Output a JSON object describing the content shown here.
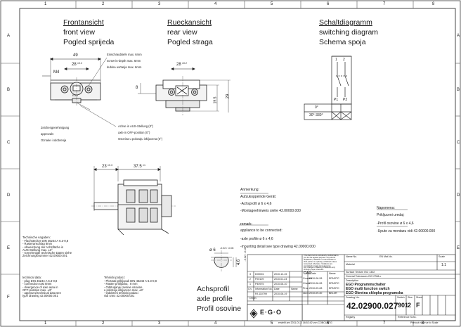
{
  "frame": {
    "columns_top": [
      "1",
      "2",
      "3",
      "4",
      "5",
      "6",
      "7",
      "8"
    ],
    "columns_bottom": [
      "1",
      "2",
      "3",
      "4",
      "5",
      "6",
      "7",
      "8"
    ],
    "rows": [
      "A",
      "B",
      "C",
      "D",
      "E",
      "F"
    ]
  },
  "front_view": {
    "title_de": "Frontansicht",
    "title_en": "front view",
    "title_hr": "Pogled sprijeda",
    "dim_overall": "49",
    "dim_spacing": "28",
    "dim_spacing_tol": "±0.2",
    "dim_thread": "M4",
    "screw_depth_de": "Einschraubtiefe  max. 6mm",
    "screw_depth_en": "screw-in-depth  max. 6mm",
    "screw_depth_hr": "dubina uvrtanja  max. 6mm",
    "logo": "EGO",
    "approval_de": "Zeichengenehmigung",
    "approval_en": "approvals",
    "approval_hr": "Oznake i odobrenja",
    "axis_de": "Achse in AUS-Stellung (0°)",
    "axis_en": "axle in OFF-position (0°)",
    "axis_hr": "Osovina   u polozaju iskljucena (0°)"
  },
  "rear_view": {
    "title_de": "Rueckansicht",
    "title_en": "rear view",
    "title_hr": "Pogled straga",
    "dim_spacing": "28",
    "dim_spacing_tol": "±0.2",
    "dim_8": "8",
    "dim_195": "19.5",
    "dim_29": "29"
  },
  "switching_diagram": {
    "title_de": "Schaltdiagramm",
    "title_en": "switching diagram",
    "title_hr": "Schema spoja",
    "contacts": [
      "1",
      "2"
    ],
    "terminals": [
      "P1",
      "P2"
    ],
    "position_off": "0°",
    "position_on": "30°-330°"
  },
  "side_view": {
    "dim_23": "23",
    "dim_23_tol": "±0.3",
    "dim_375": "37.5",
    "dim_375_tol": "±1"
  },
  "axle_profile": {
    "title_de": "Achsprofil",
    "title_en": "axle profile",
    "title_hr": "Profil osovine",
    "dim_dia": "ø 6",
    "dim_dia_tol": "-0.02 / -0.06",
    "dim_flat": "4.6",
    "dim_flat_tol": "-0.02 / -0.10"
  },
  "notes": {
    "de_title": "Anmerkung:",
    "de_line1": "Aufzukoppelnde Gerät:",
    "de_line2": "-Achsprofil ø 6  x 4,6",
    "de_line3": "-Montageehinweis siehe 42.00000.000",
    "en_title": "remark:",
    "en_line1": "appliance to be connected:",
    "en_line2": "-axle profile ø 6  x 4,6",
    "en_line3": "-mounting detail see type drawing 42.00000.000",
    "hr_title": "Napomena:",
    "hr_line1": "Prikljuceni uredaj:",
    "hr_line2": "-Profil osovine ø 6  x 4,6",
    "hr_line3": "-Upute za montazu vidi 42.00000.000"
  },
  "tech_data": {
    "de_title": "Technische Angaben:",
    "de_lines": [
      "- Flachstecker DIN 46244 A 6.3-0,8",
      "- Rasteranschlag 8mm",
      "- Abweichung der Achsfläche in",
      "  AUS-Stellung max. ±3°",
      "- Genehmigte technische Daten siehe",
      "  Zeichnungsnummer 42.00000.001"
    ],
    "en_title": "technical data:",
    "en_lines": [
      "- plug DIN 46244 A 6.3-0,8",
      "- connection rast 8mm",
      "- divergence of axle area in",
      "  OFF-position max. ±3°",
      "- approved technical data see",
      "  type drawing 42.00000.001"
    ],
    "hr_title": "Tehnicki podaci:",
    "hr_lines": [
      "- Plosnati prikljucak DIN 46244 A 6.3-0,8",
      "- Raster prikljucka : 8 mm",
      "- Odstupanje ravnine osovine",
      "  u polozaju iskljuceno max. ±3°",
      "- Odobreni tehnicki podaci",
      "  vidi crtez 42.00000.001"
    ]
  },
  "title_block": {
    "name_label": "Name No.",
    "name_value": "EN Mat.No.",
    "material_label": "Material",
    "surface": "Surface Texture ISO 1302",
    "tolerances": "General Tolerances ISO 2768-c",
    "description_label": "Description",
    "desc_de": "EGO Programmschalter",
    "desc_en": "EGO multi function switch",
    "desc_hr": "EGO Okretna sklopka programska",
    "drawing_no_label": "Drawing No.",
    "drawing_no": "42.02900.027",
    "switch_label": "Switch",
    "switch_value": "901",
    "size_label": "Size",
    "size_value": "2",
    "sheet_label": "Sheet",
    "sheet_value": "F",
    "scale_label": "Scale",
    "scale_value": "1:1",
    "registry_label": "Registry",
    "reference_label": "Reference Schk.",
    "origin_label": "Origin",
    "cad": "CAD",
    "date_label": "Date",
    "name_col": "Name",
    "rev_rows": [
      {
        "rev": "3",
        "no": "D00001",
        "date": "2010-12-15",
        "name": ""
      },
      {
        "rev": "2",
        "no": "P20109",
        "date": "2010-01-24",
        "name": ""
      },
      {
        "rev": "1",
        "no": "P40975",
        "date": "2010-06-10",
        "name": ""
      },
      {
        "rev": "Ch.",
        "no": "Information No.",
        "date": "Date",
        "name": "Name"
      },
      {
        "rev": "",
        "no": "FA 110799",
        "date": "2010-06-19",
        "name": ""
      }
    ],
    "cad_rows": [
      {
        "role": "Created",
        "date": "2010-06-28",
        "name": "ERNSTC"
      },
      {
        "role": "Check",
        "date": "2010-06-28",
        "name": "ERNSTC"
      },
      {
        "role": "Proc.",
        "date": "2010-09-28",
        "name": "ERNSTC"
      },
      {
        "role": "Ident.",
        "date": "2010-09-30",
        "name": "BELZR"
      }
    ],
    "footer_created": "erstellt am 2011-01-3  16:52:42 von COBCUSTG",
    "footer_printout": "Printout not true to Scale",
    "copyright_lines": [
      "This document is exclusively confidential to",
      "you for the agreed purpose. Any kind of",
      "duplication, utilization or transmission to",
      "third parties is explicitly prohibited unless",
      "consented otherwise. Violations are",
      "committed to legal consequences.",
      "Any change or deleting of features only",
      "through proper channels."
    ],
    "logo": "E·G·O"
  }
}
